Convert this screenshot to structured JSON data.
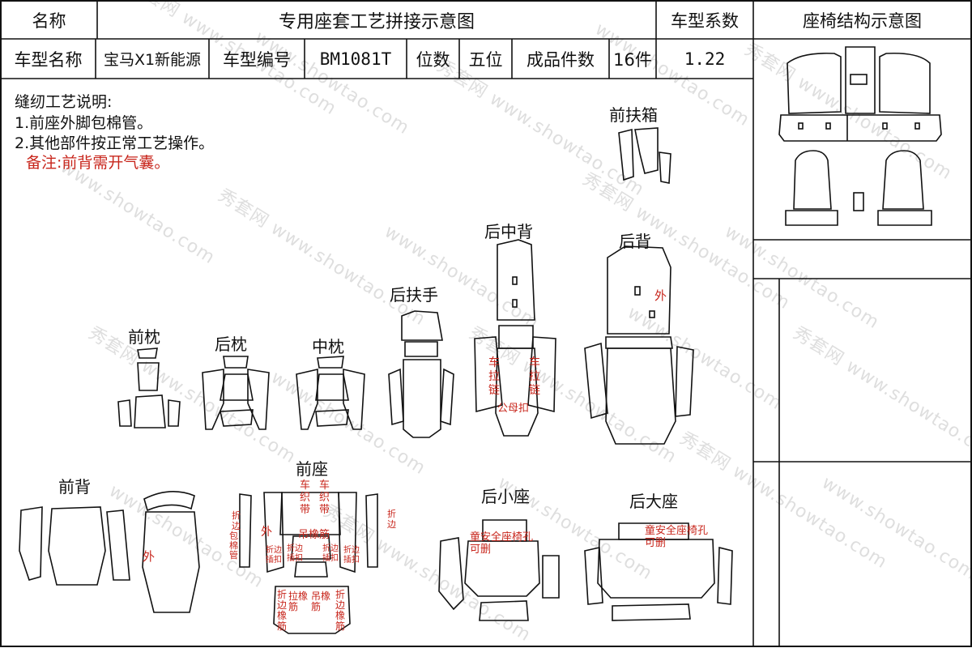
{
  "header": {
    "name_label": "名称",
    "title": "专用座套工艺拼接示意图",
    "coef_label": "车型系数",
    "structure_label": "座椅结构示意图"
  },
  "info": {
    "model_name_label": "车型名称",
    "model_name": "宝马X1新能源",
    "model_code_label": "车型编号",
    "model_code": "BM1081T",
    "seats_label": "位数",
    "seats": "五位",
    "pieces_label": "成品件数",
    "pieces": "16件",
    "coef": "1.22"
  },
  "notes": {
    "title": "缝纫工艺说明:",
    "line1": "1.前座外脚包棉管。",
    "line2": "2.其他部件按正常工艺操作。",
    "remark": "备注:前背需开气囊。"
  },
  "parts": {
    "front_box": "前扶箱",
    "rear_mid_back": "后中背",
    "rear_back": "后背",
    "rear_armrest": "后扶手",
    "front_pillow": "前枕",
    "rear_pillow": "后枕",
    "mid_pillow": "中枕",
    "front_back": "前背",
    "front_seat": "前座",
    "rear_small_seat": "后小座",
    "rear_big_seat": "后大座"
  },
  "marks": {
    "zip1": "车拉链",
    "zip2": "车拉链",
    "zip_note": "公母扣",
    "outer": "外",
    "outer2": "外",
    "outer3": "外",
    "webbing1": "车织带",
    "webbing2": "车织带",
    "fold_edge": "折边",
    "fold_edge2": "折边",
    "hang_rubber": "吊橡筋",
    "fold_buckle": "折边插扣",
    "fold_buckle2": "折边插扣",
    "fold_buckle3": "折边插扣",
    "fold_buckle4": "折边插扣",
    "pipe": "包棉管",
    "fold_rubber": "折边橡筋",
    "pull_rubber": "拉橡筋",
    "hang_rubber2": "吊橡筋",
    "fold_rubber2": "折边橡筋",
    "child_safety": "童安全座椅孔可删",
    "child_safety2": "童安全座椅孔可删"
  },
  "watermark": {
    "a": "秀套网",
    "b": "www.showtao.com"
  }
}
